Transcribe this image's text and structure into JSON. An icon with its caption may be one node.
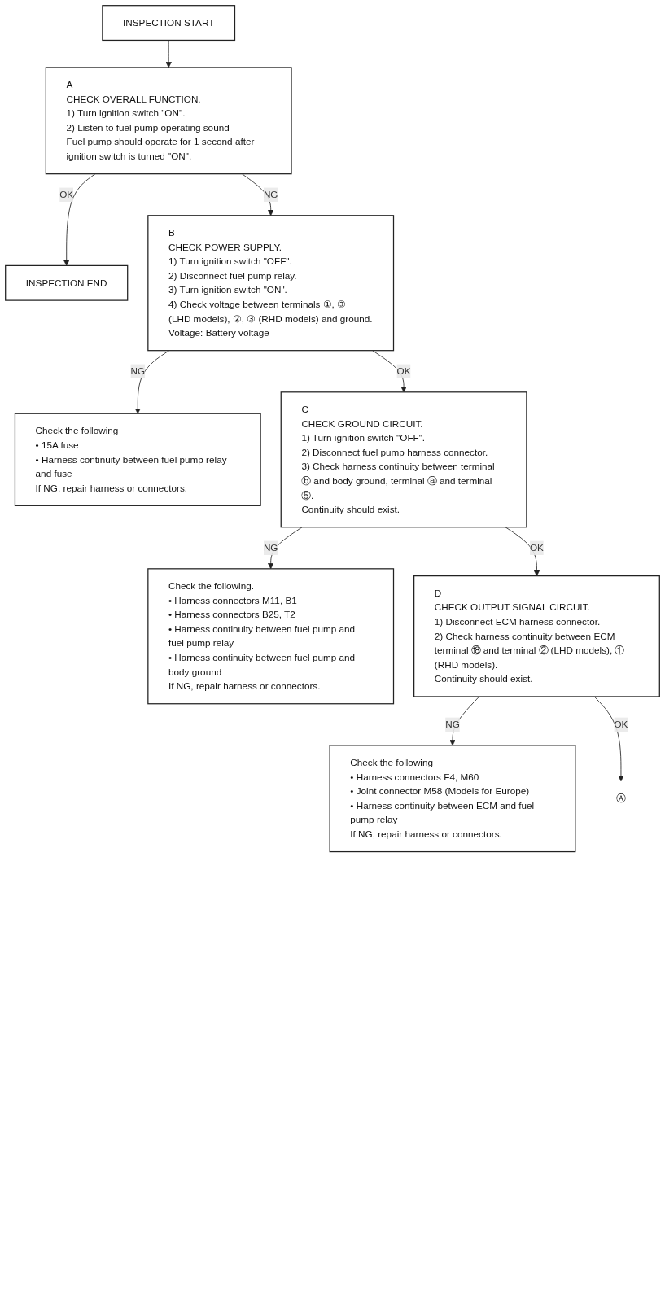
{
  "diagram": {
    "nodes": [
      {
        "text": [
          "INSPECTION START"
        ]
      },
      {
        "text": [
          "A",
          "CHECK OVERALL FUNCTION.",
          "1) Turn ignition switch \"ON\".",
          "2) Listen to fuel pump operating sound",
          "Fuel pump should operate for 1 second after ignition switch is turned \"ON\"."
        ]
      },
      {
        "text": [
          "INSPECTION END"
        ]
      },
      {
        "text": [
          "B",
          "CHECK POWER SUPPLY.",
          "1) Turn ignition switch \"OFF\".",
          "2) Disconnect fuel pump relay.",
          "3) Turn ignition switch \"ON\".",
          "4) Check voltage between terminals ①, ③ (LHD models), ②, ③ (RHD models) and ground.",
          "Voltage: Battery voltage"
        ]
      },
      {
        "text": [
          "Check the following",
          "• 15A fuse",
          "• Harness continuity between fuel pump relay and fuse",
          "If NG, repair harness or connectors."
        ]
      },
      {
        "text": [
          "C",
          "CHECK GROUND CIRCUIT.",
          "1) Turn ignition switch \"OFF\".",
          "2) Disconnect fuel pump harness connector.",
          "3) Check harness continuity between terminal ⓑ and body ground, terminal ⓐ and terminal ⑤.",
          "Continuity should exist."
        ]
      },
      {
        "text": [
          "Check the following.",
          "• Harness connectors M11, B1",
          "• Harness connectors B25, T2",
          "• Harness continuity between fuel pump and fuel pump relay",
          "• Harness continuity between fuel pump and body ground",
          "If NG, repair harness or connectors."
        ]
      },
      {
        "text": [
          "D",
          "CHECK OUTPUT SIGNAL CIRCUIT.",
          "1) Disconnect ECM harness connector.",
          "2) Check harness continuity between ECM terminal ⑱ and terminal ② (LHD models), ① (RHD models).",
          "Continuity should exist."
        ]
      },
      {
        "text": [
          "Check the following",
          "• Harness connectors F4, M60",
          "• Joint connector M58 (Models for Europe)",
          "• Harness continuity between ECM and fuel pump relay",
          "If NG, repair harness or connectors."
        ]
      },
      {
        "text": [
          "Ⓐ"
        ]
      }
    ],
    "edges": [
      {
        "from": 0,
        "to": 1,
        "arrow": "to"
      },
      {
        "from": 1,
        "to": 2,
        "arrow": "to",
        "label": "OK"
      },
      {
        "from": 1,
        "to": 3,
        "arrow": "to",
        "label": "NG"
      },
      {
        "from": 3,
        "to": 4,
        "arrow": "to",
        "label": "NG"
      },
      {
        "from": 3,
        "to": 5,
        "arrow": "to",
        "label": "OK"
      },
      {
        "from": 5,
        "to": 6,
        "arrow": "to",
        "label": "NG"
      },
      {
        "from": 5,
        "to": 7,
        "arrow": "to",
        "label": "OK"
      },
      {
        "from": 7,
        "to": 8,
        "arrow": "to",
        "label": "NG"
      },
      {
        "from": 7,
        "to": 9,
        "arrow": "to",
        "label": "OK"
      }
    ]
  }
}
